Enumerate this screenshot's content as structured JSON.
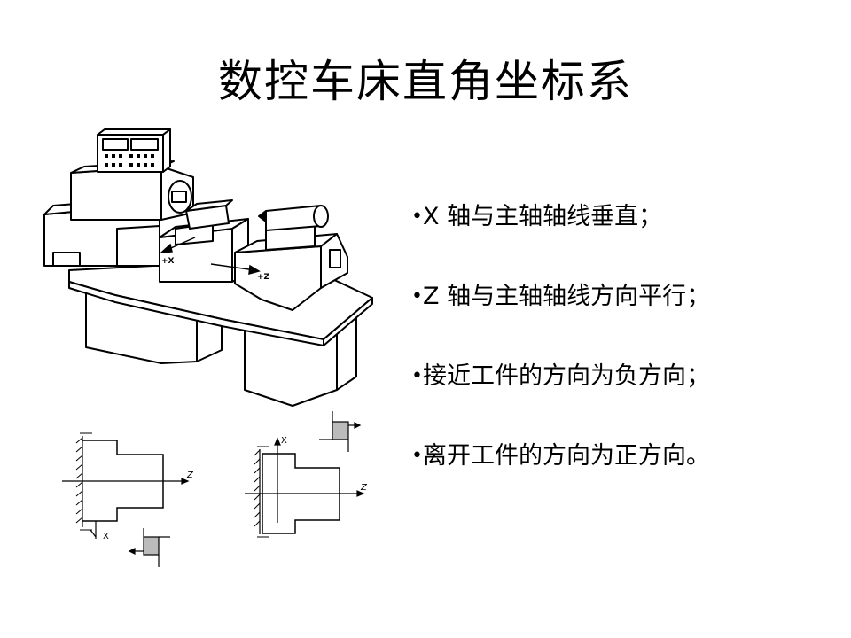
{
  "slide": {
    "title": "数控车床直角坐标系",
    "bullets": [
      "X 轴与主轴轴线垂直；",
      "Z 轴与主轴轴线方向平行；",
      "接近工件的方向为负方向；",
      "离开工件的方向为正方向。"
    ],
    "bullet_marker": "•"
  },
  "lathe_figure": {
    "x_axis_label": "+X",
    "z_axis_label": "+Z"
  },
  "diagram_left": {
    "z_label": "Z",
    "x_label": "X"
  },
  "diagram_right": {
    "z_label": "Z",
    "x_label": "X"
  }
}
